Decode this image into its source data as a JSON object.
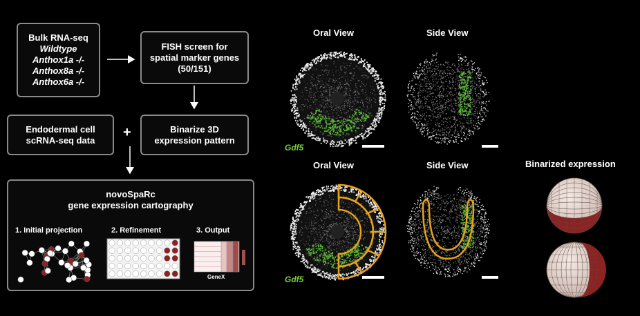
{
  "workflow": {
    "bulk_box": {
      "title": "Bulk RNA-seq",
      "lines": [
        "Wildtype",
        "Anthox1a -/-",
        "Anthox8a -/-",
        "Anthox6a -/-"
      ]
    },
    "fish_box": {
      "lines": [
        "FISH screen for",
        "spatial marker genes",
        "(50/151)"
      ]
    },
    "endo_box": {
      "lines": [
        "Endodermal cell",
        "scRNA-seq data"
      ]
    },
    "binarize_box": {
      "lines": [
        "Binarize 3D",
        "expression pattern"
      ]
    },
    "plus_sign": "+",
    "novo_box": {
      "title": "novoSpaRc",
      "subtitle": "gene expression cartography",
      "steps": [
        "1. Initial projection",
        "2. Refinement",
        "3. Output"
      ],
      "output_label": "GeneX"
    }
  },
  "panels": {
    "top_oral_title": "Oral View",
    "top_side_title": "Side View",
    "bottom_oral_title": "Oral View",
    "bottom_side_title": "Side View",
    "gene_label_top": "Gdf5",
    "gene_label_bottom": "Gdf5",
    "binarized_title": "Binarized expression"
  },
  "colors": {
    "background": "#000000",
    "box_border": "#8a8a8a",
    "gene_green": "#7bd13c",
    "overlay_orange": "#e8a21c",
    "expression_red": "#8b2323"
  }
}
